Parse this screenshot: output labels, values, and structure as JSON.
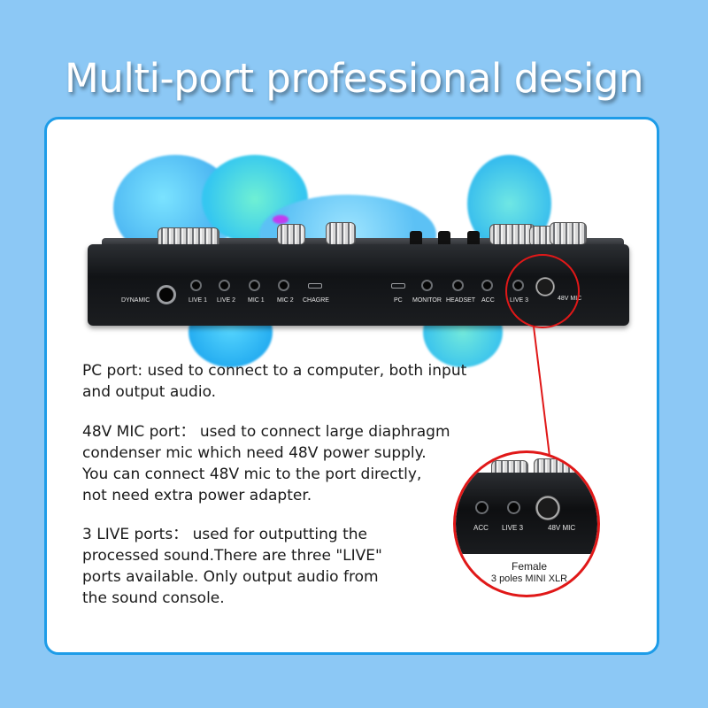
{
  "headline": "Multi-port professional design",
  "device": {
    "port_labels": [
      "DYNAMIC",
      "LIVE 1",
      "LIVE 2",
      "MIC 1",
      "MIC 2",
      "CHAGRE",
      "PC",
      "MONITOR",
      "HEADSET",
      "ACC",
      "LIVE 3",
      "48V MIC"
    ]
  },
  "descriptions": {
    "pc": [
      "PC port: used to connect to a computer, both input",
      "and output audio."
    ],
    "mic48v": [
      "48V MIC port： used to connect large diaphragm",
      "condenser mic which need 48V power supply.",
      "You can connect 48V mic to the port directly,",
      "not need extra power adapter."
    ],
    "live": [
      "3 LIVE ports： used for outputting the",
      "processed sound.There are three \"LIVE\"",
      "ports available. Only output audio from",
      "the sound console."
    ]
  },
  "zoom": {
    "port_labels": [
      "ACC",
      "LIVE 3",
      "48V MIC"
    ],
    "caption_line1": "Female",
    "caption_line2": "3 poles MINI XLR"
  },
  "colors": {
    "background": "#8cc8f5",
    "card_border": "#1d9ce8",
    "highlight": "#e01818"
  }
}
